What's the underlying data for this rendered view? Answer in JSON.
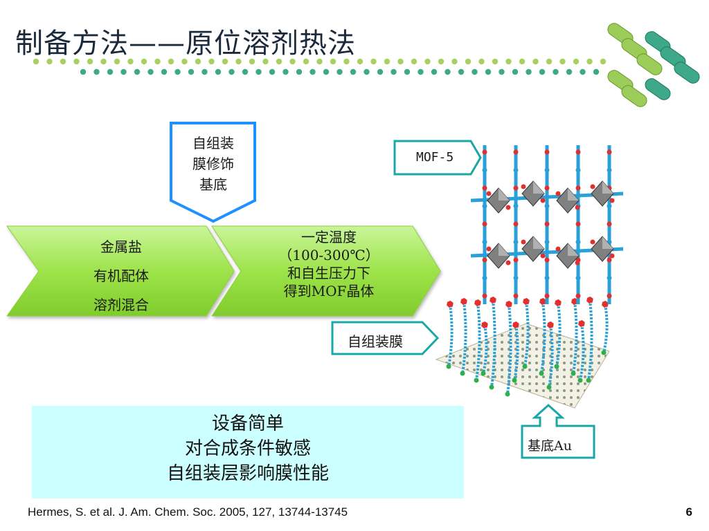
{
  "slide": {
    "title": "制备方法——原位溶剂热法",
    "page_number": "6"
  },
  "flow": {
    "step1": [
      "金属盐",
      "有机配体",
      "溶剂混合"
    ],
    "step2": [
      "一定温度",
      "（100-300℃）",
      "和自生压力下",
      "得到MOF晶体"
    ],
    "substrate_note": [
      "自组装",
      "膜修饰",
      "基底"
    ]
  },
  "labels": {
    "mof5": "MOF-5",
    "sam": "自组装膜",
    "substrate": "基底Au"
  },
  "notes": [
    "设备简单",
    "对合成条件敏感",
    "自组装层影响膜性能"
  ],
  "citation": "Hermes, S. et al. J. Am. Chem. Soc. 2005, 127, 13744-13745",
  "colors": {
    "title_dots_green": "#a8d060",
    "title_dots_teal": "#3ea88a",
    "arrow_green": "#9ee34a",
    "callout_border": "#1ba7a7",
    "pentagon_border": "#1e90ff",
    "info_bg": "#ccffff"
  }
}
